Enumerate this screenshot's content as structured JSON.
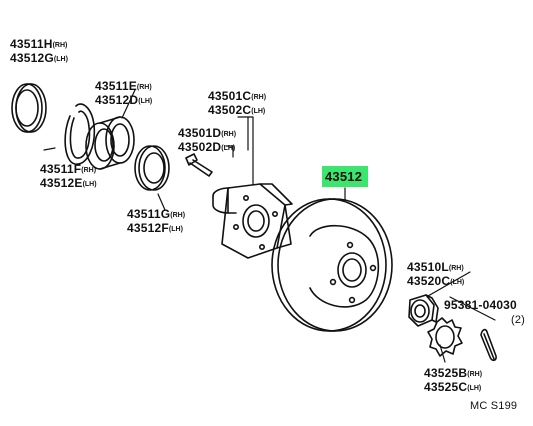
{
  "labels": {
    "p43511H": {
      "num": "43511H",
      "sfx": "(RH)"
    },
    "p43512G": {
      "num": "43512G",
      "sfx": "(LH)"
    },
    "p43511E": {
      "num": "43511E",
      "sfx": "(RH)"
    },
    "p43512D_top": {
      "num": "43512D",
      "sfx": "(LH)"
    },
    "p43501C": {
      "num": "43501C",
      "sfx": "(RH)"
    },
    "p43502C": {
      "num": "43502C",
      "sfx": "(LH)"
    },
    "p43501D": {
      "num": "43501D",
      "sfx": "(RH)"
    },
    "p43502D": {
      "num": "43502D",
      "sfx": "(LH)"
    },
    "p43511F": {
      "num": "43511F",
      "sfx": "(RH)"
    },
    "p43512E": {
      "num": "43512E",
      "sfx": "(LH)"
    },
    "p43511G": {
      "num": "43511G",
      "sfx": "(RH)"
    },
    "p43512F": {
      "num": "43512F",
      "sfx": "(LH)"
    },
    "p43512": {
      "num": "43512"
    },
    "p43510L": {
      "num": "43510L",
      "sfx": "(RH)"
    },
    "p43520C": {
      "num": "43520C",
      "sfx": "(LH)"
    },
    "p95381": {
      "num": "95381-04030"
    },
    "qty": "(2)",
    "p43525B": {
      "num": "43525B",
      "sfx": "(RH)"
    },
    "p43525C": {
      "num": "43525C",
      "sfx": "(LH)"
    }
  },
  "code": "MC S199",
  "colors": {
    "highlight": "#3ce66e",
    "ink": "#111111"
  }
}
